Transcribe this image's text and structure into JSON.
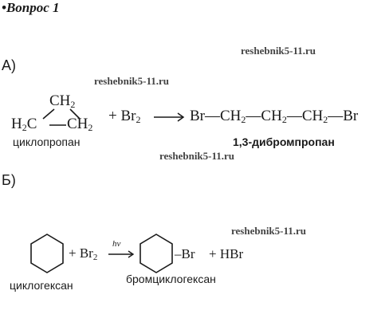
{
  "heading": {
    "bullet": "•",
    "title": "Вопрос 1"
  },
  "watermark": "reshebnik5-11.ru",
  "part_a": {
    "label": "А)",
    "ring_top": "CH",
    "ring_top_sub": "2",
    "ring_left_a": "H",
    "ring_left_sub": "2",
    "ring_left_b": "C",
    "ring_right": "CH",
    "ring_right_sub": "2",
    "plus": "+ Br",
    "plus_sub": "2",
    "product_1": "Br",
    "product_2": "CH",
    "product_2_sub": "2",
    "product_3": "CH",
    "product_3_sub": "2",
    "product_4": "CH",
    "product_4_sub": "2",
    "product_5": "Br",
    "reactant_name": "циклопропан",
    "product_name": "1,3-дибромпропан"
  },
  "part_b": {
    "label": "Б)",
    "plus": "+ Br",
    "plus_sub": "2",
    "condition": "hν",
    "substituent": "Br",
    "byproduct": "+ HBr",
    "reactant_name": "циклогексан",
    "product_name": "бромциклогексан"
  }
}
